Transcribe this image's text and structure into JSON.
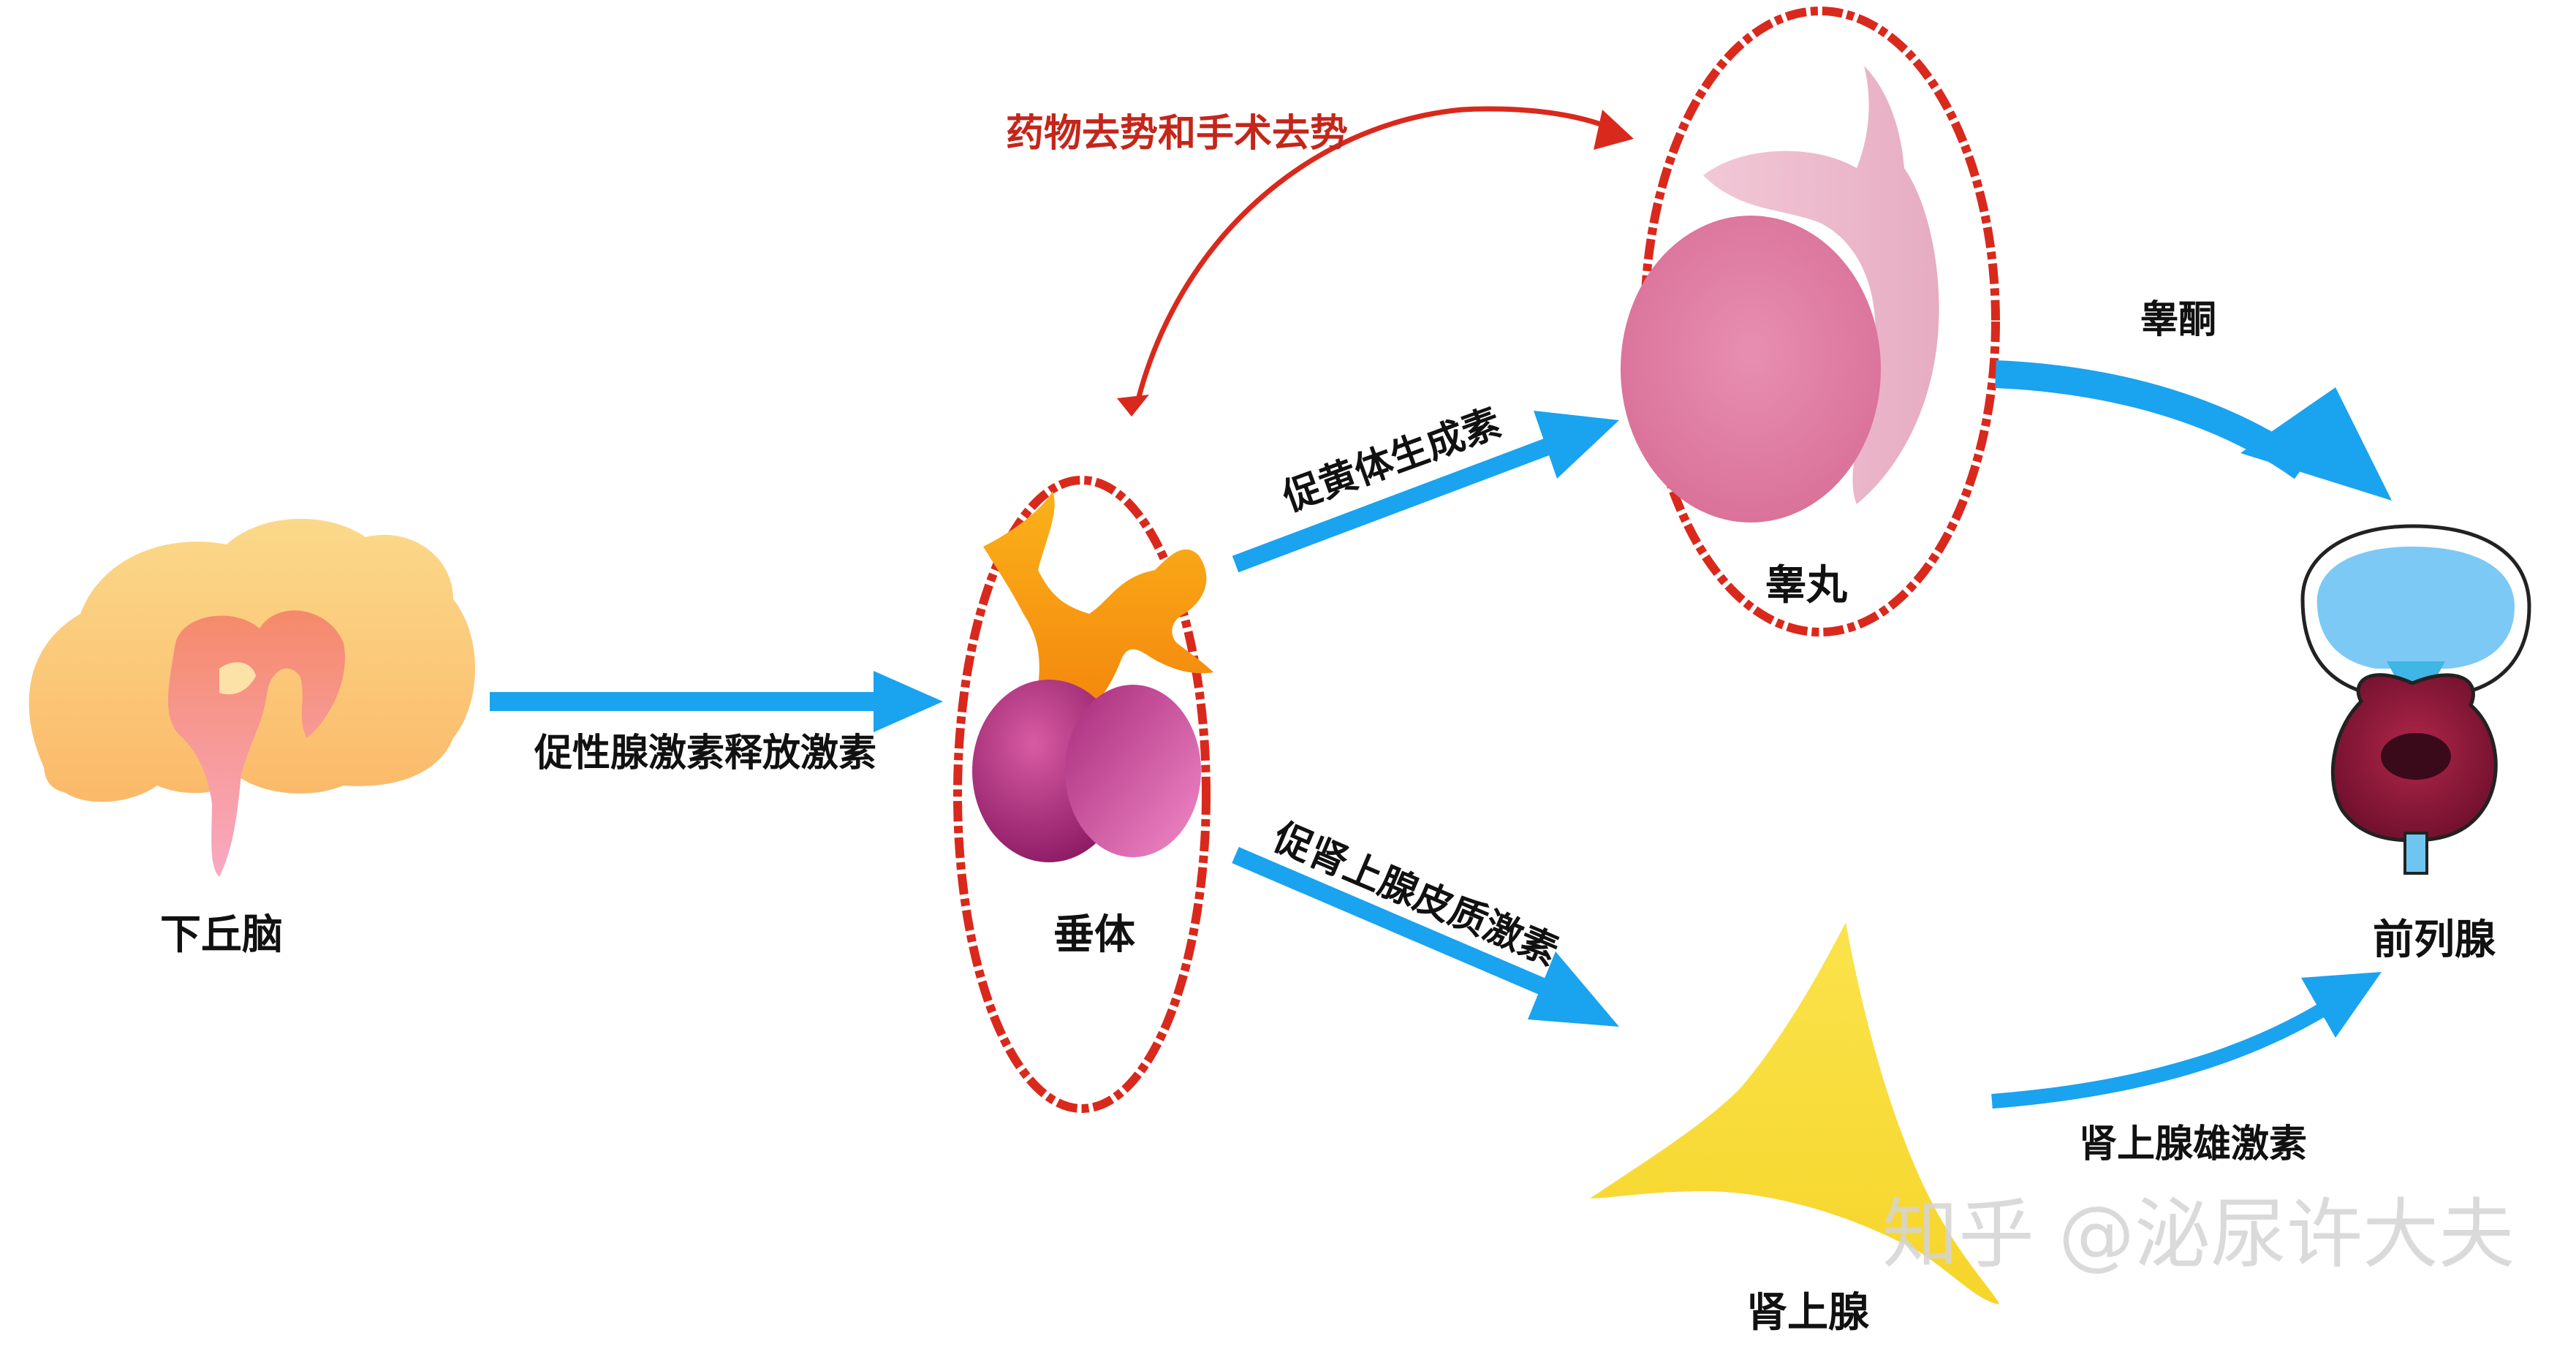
{
  "nodes": {
    "hypothalamus": {
      "label": "下丘脑"
    },
    "pituitary": {
      "label": "垂体"
    },
    "testis": {
      "label": "睾丸"
    },
    "prostate": {
      "label": "前列腺"
    },
    "adrenal": {
      "label": "肾上腺"
    }
  },
  "edges": {
    "gnrh": {
      "label": "促性腺激素释放激素"
    },
    "lh": {
      "label": "促黄体生成素"
    },
    "acth": {
      "label": "促肾上腺皮质激素"
    },
    "testosterone": {
      "label": "睾酮"
    },
    "adrenal_androgen": {
      "label": "肾上腺雄激素"
    },
    "castration": {
      "label": "药物去势和手术去势"
    }
  },
  "watermark": "知乎 @泌尿许大夫",
  "colors": {
    "hormone_arrow": "#1aa3ef",
    "castration_arrow": "#d9291c",
    "highlight_ellipse": "#d9291c"
  }
}
